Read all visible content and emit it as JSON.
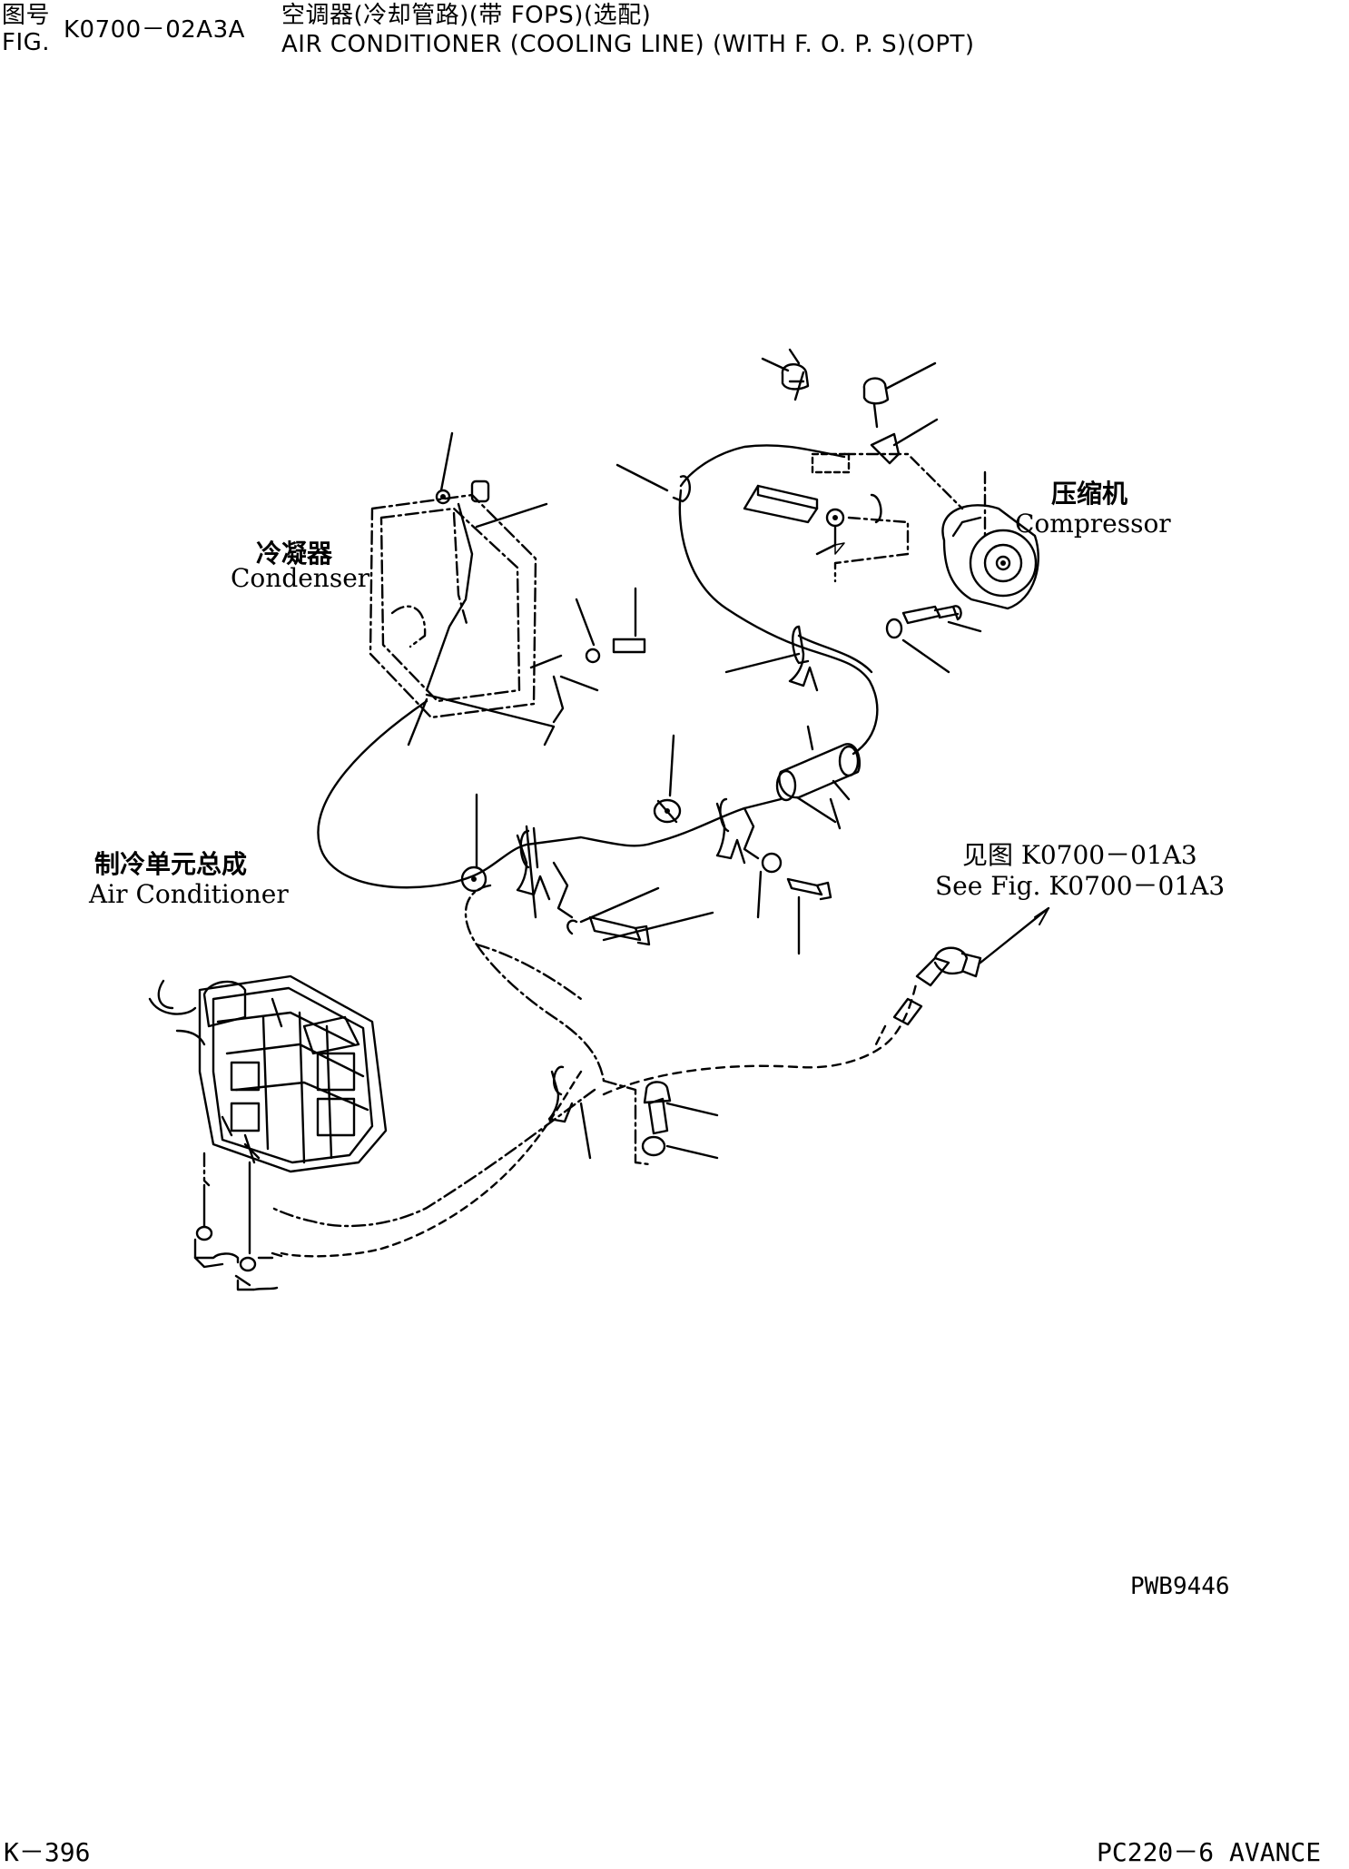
{
  "header": {
    "fig_cn_prefix": "图号",
    "fig_en_prefix": "FIG.",
    "fig_number": "K0700－02A3A",
    "title_cn": "空调器(冷却管路)(带 FOPS)(选配)",
    "title_en": "AIR CONDITIONER (COOLING LINE) (WITH F. O. P. S)(OPT)"
  },
  "labels": {
    "compressor_cn": "压缩机",
    "compressor_en": "Compressor",
    "condenser_cn": "冷凝器",
    "condenser_en": "Condenser",
    "air_conditioner_cn": "制冷单元总成",
    "air_conditioner_en": "Air Conditioner",
    "see_fig_cn": "见图 K0700－01A3",
    "see_fig_en": "See Fig. K0700－01A3"
  },
  "drawing_code": "PWB9446",
  "footer": {
    "page_number": "K－396",
    "model": "PC220－6 AVANCE"
  }
}
